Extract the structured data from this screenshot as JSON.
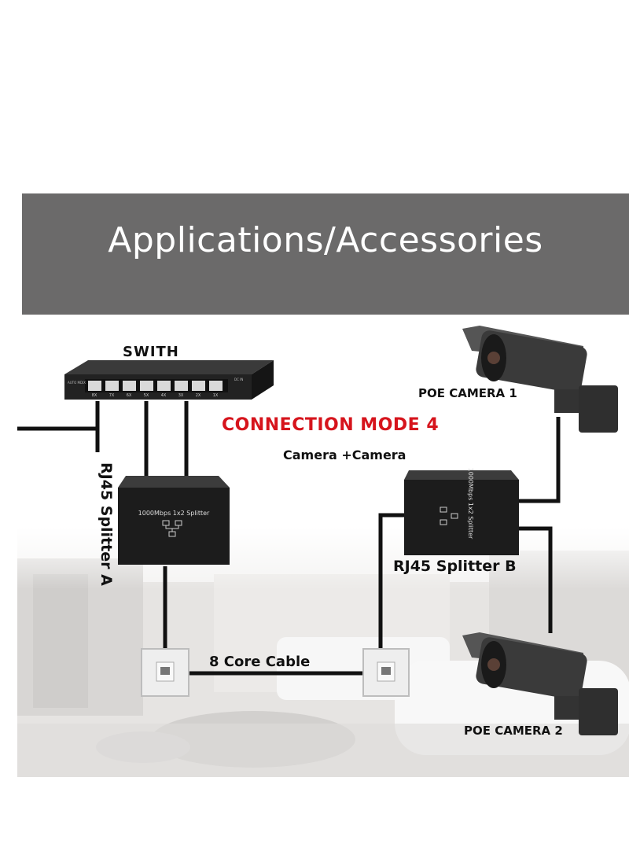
{
  "banner": {
    "title": "Applications/Accessories"
  },
  "diagram": {
    "switch_label": "SWITH",
    "mode_title": "CONNECTION MODE 4",
    "mode_subtitle": "Camera +Camera",
    "camera1_label": "POE CAMERA 1",
    "camera2_label": "POE CAMERA 2",
    "splitter_a_label": "RJ45 Splitter A",
    "splitter_b_label": "RJ45 Splitter B",
    "cable_label": "8 Core Cable",
    "splitter_a_text": "1000Mbps 1x2 Splitter",
    "splitter_b_text": "1000Mbps 1x2 Splitter",
    "switch_ports": [
      "8X",
      "7X",
      "6X",
      "5X",
      "4X",
      "3X",
      "2X",
      "1X"
    ],
    "switch_small_text": "AUTO MDIX",
    "switch_dc": "DC IN"
  },
  "colors": {
    "banner": "#6b6a6a",
    "mode_title": "#d6141c",
    "device": "#1c1c1c",
    "cable": "#111111"
  }
}
